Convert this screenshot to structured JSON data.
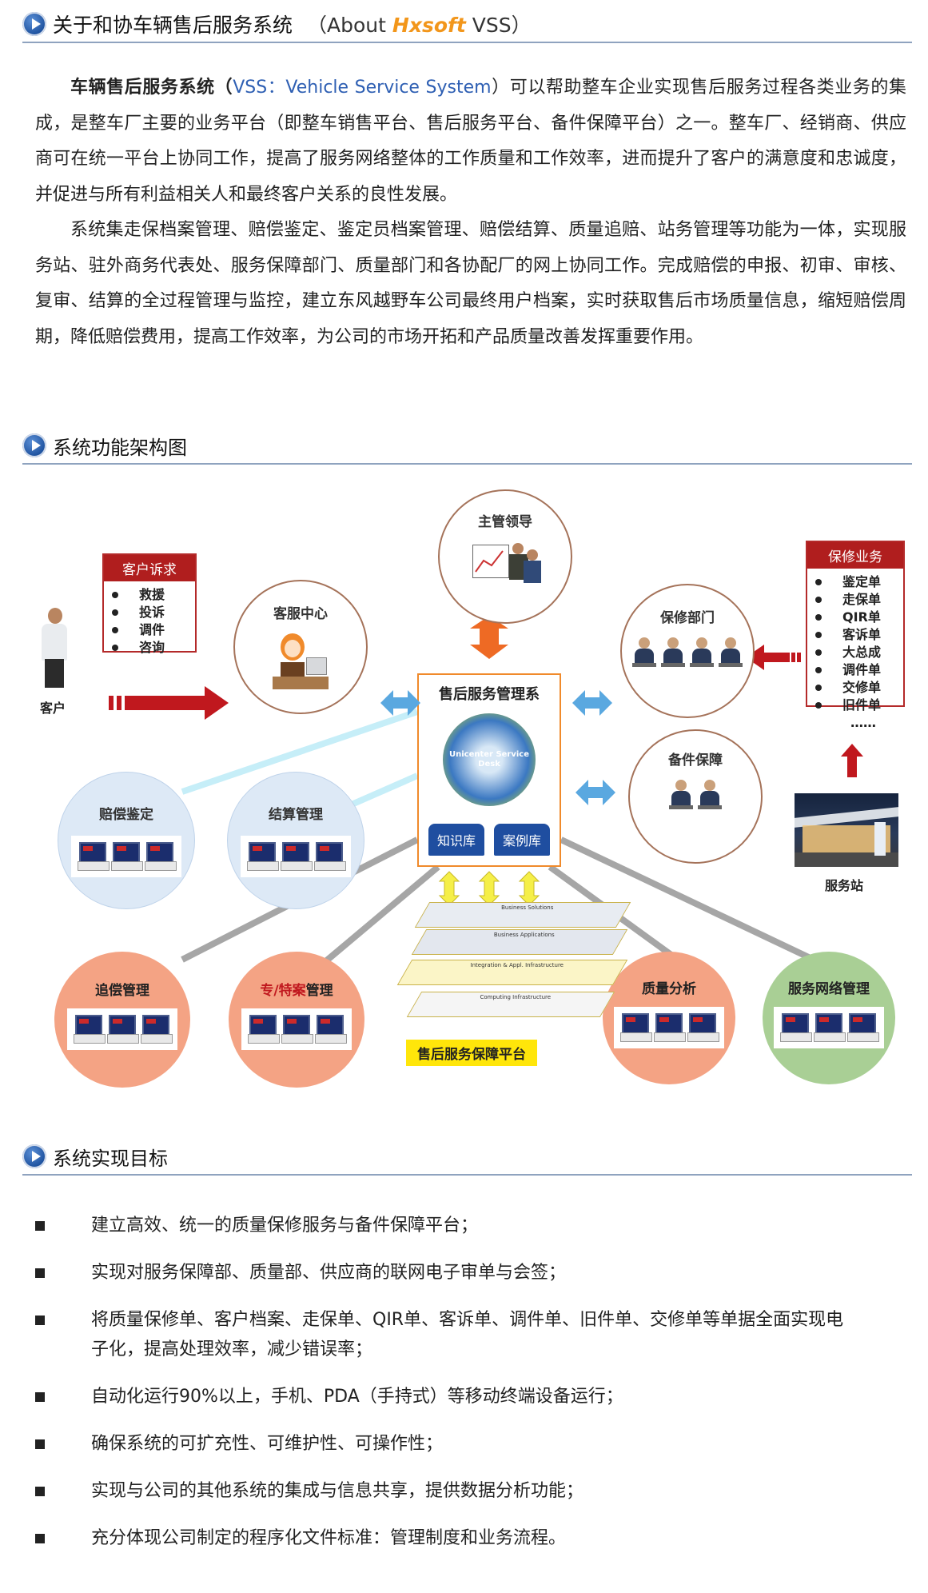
{
  "about": {
    "title": "关于和协车辆售后服务系统",
    "en_open": "（About ",
    "brand": "Hxsoft",
    "en_close": " VSS）"
  },
  "intro": {
    "lead": "车辆售后服务系统（",
    "vss": "VSS：Vehicle Service System",
    "p1_rest": "）可以帮助整车企业实现售后服务过程各类业务的集成，是整车厂主要的业务平台（即整车销售平台、售后服务平台、备件保障平台）之一。整车厂、经销商、供应商可在统一平台上协同工作，提高了服务网络整体的工作质量和工作效率，进而提升了客户的满意度和忠诚度，并促进与所有利益相关人和最终客户关系的良性发展。",
    "p2": "系统集走保档案管理、赔偿鉴定、鉴定员档案管理、赔偿结算、质量追赔、站务管理等功能为一体，实现服务站、驻外商务代表处、服务保障部门、质量部门和各协配厂的网上协同工作。完成赔偿的申报、初审、审核、复审、结算的全过程管理与监控，建立东风越野车公司最终用户档案，实时获取售后市场质量信息，缩短赔偿周期，降低赔偿费用，提高工作效率，为公司的市场开拓和产品质量改善发挥重要作用。"
  },
  "arch_header": "系统功能架构图",
  "diagram": {
    "customer_box": {
      "title": "客户诉求",
      "items": [
        "救援",
        "投诉",
        "调件",
        "咨询"
      ]
    },
    "customer_label": "客户",
    "service_center": "客服中心",
    "leader": "主管领导",
    "warranty_dept": "保修部门",
    "parts": "备件保障",
    "core_title": "售后服务管理系",
    "core_logo": "Unicenter Service Desk",
    "kb": "知识库",
    "cases": "案例库",
    "claim_appraisal": "赔偿鉴定",
    "settlement": "结算管理",
    "recovery": "追偿管理",
    "special_a": "专/特案",
    "special_b": "管理",
    "quality": "质量分析",
    "network": "服务网络管理",
    "platform_label": "售后服务保障平台",
    "warranty_box": {
      "title": "保修业务",
      "items": [
        "鉴定单",
        "走保单",
        "QIR单",
        "客诉单",
        "大总成",
        "调件单",
        "交修单",
        "旧件单"
      ],
      "more": "……"
    },
    "station": "服务站",
    "layers": [
      "Business Solutions",
      "Business Applications",
      "Integration & Appl. Infrastructure",
      "Computing Infrastructure"
    ]
  },
  "goals_header": "系统实现目标",
  "goals": [
    "建立高效、统一的质量保修服务与备件保障平台；",
    "实现对服务保障部、质量部、供应商的联网电子审单与会签；",
    "将质量保修单、客户档案、走保单、QIR单、客诉单、调件单、旧件单、交修单等单据全面实现电子化，提高处理效率，减少错误率；",
    "自动化运行90%以上，手机、PDA（手持式）等移动终端设备运行；",
    "确保系统的可扩充性、可维护性、可操作性；",
    "实现与公司的其他系统的集成与信息共享，提供数据分析功能；",
    "充分体现公司制定的程序化文件标准：管理制度和业务流程。"
  ]
}
